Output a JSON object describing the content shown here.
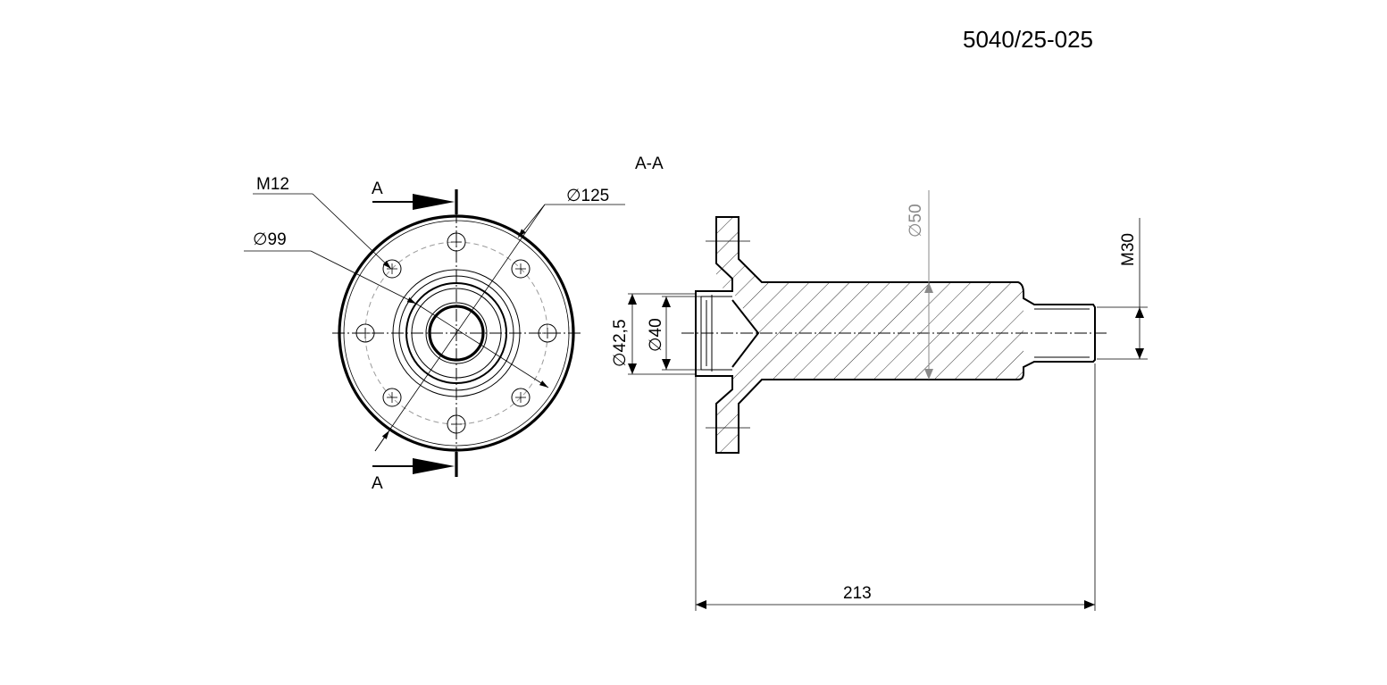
{
  "drawing": {
    "part_number": "5040/25-025",
    "front_view": {
      "section_mark_top": "A",
      "section_mark_bottom": "A",
      "thread_label": "M12",
      "bolt_circle_label": "∅99",
      "outer_diameter_label": "∅125"
    },
    "section_view": {
      "title": "A-A",
      "shaft_diameter_label": "∅50",
      "thread_end_label": "M30",
      "bore_outer_label": "∅42,5",
      "bore_inner_label": "∅40",
      "length_label": "213"
    }
  }
}
